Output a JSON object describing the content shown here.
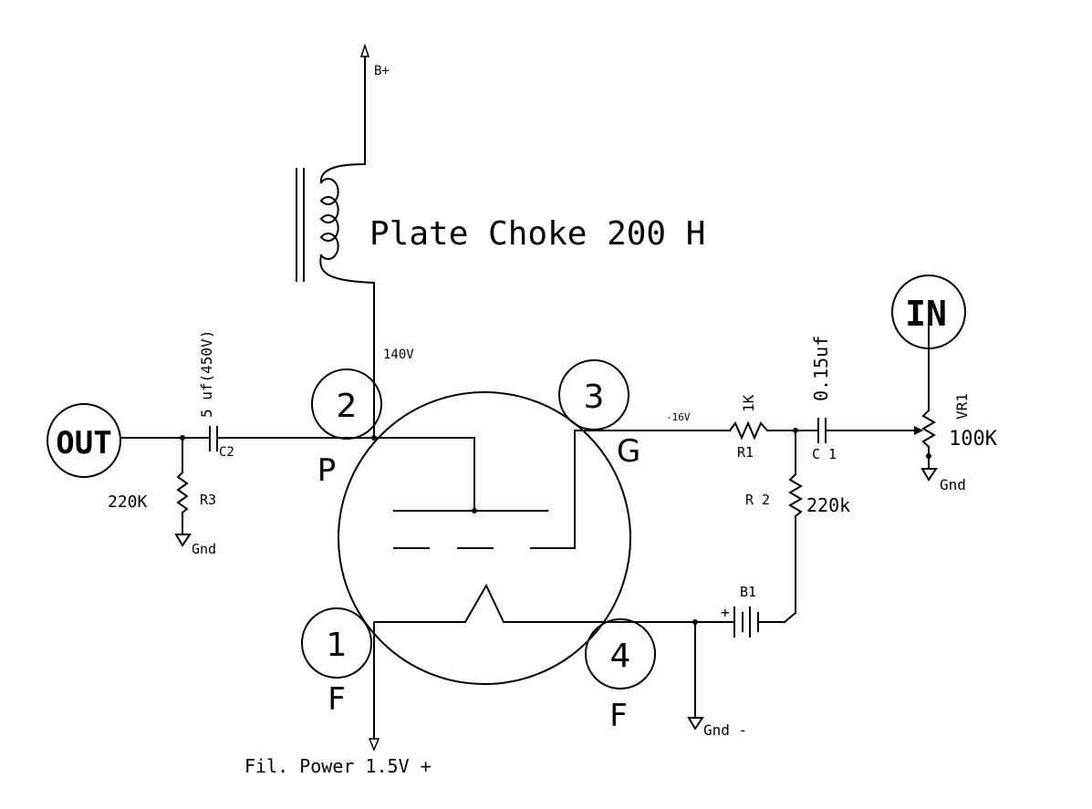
{
  "labels": {
    "b_plus": "B+",
    "choke": "Plate Choke 200 H",
    "plate_voltage": "140V",
    "grid_voltage": "-16V",
    "c2_value": "5 uf(450V)",
    "c2_ref": "C2",
    "r3_value": "220K",
    "r3_ref": "R3",
    "gnd_out": "Gnd",
    "r1_value": "1K",
    "r1_ref": "R1",
    "c1_value": "0.15uf",
    "c1_ref": "C 1",
    "r2_ref": "R 2",
    "r2_value": "220k",
    "vr1_ref": "VR1",
    "vr1_value": "100K",
    "gnd_in": "Gnd",
    "b1_ref": "B1",
    "b1_plus": "+",
    "gnd_minus": "Gnd -",
    "fil_power": "Fil. Power 1.5V +"
  },
  "connectors": {
    "out": "OUT",
    "in": "IN"
  },
  "pins": {
    "p2": {
      "number": "2",
      "name": "P"
    },
    "p3": {
      "number": "3",
      "name": "G"
    },
    "p1": {
      "number": "1",
      "name": "F"
    },
    "p4": {
      "number": "4",
      "name": "F"
    }
  }
}
